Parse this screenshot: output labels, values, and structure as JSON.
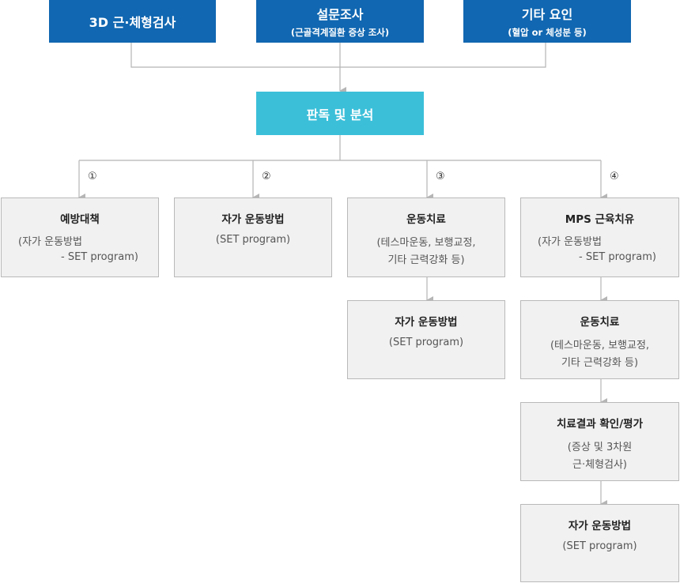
{
  "top_boxes": [
    {
      "title": "3D 근·체형검사",
      "subtitle": ""
    },
    {
      "title": "설문조사",
      "subtitle": "(근골격계질환 증상 조사)"
    },
    {
      "title": "기타 요인",
      "subtitle": "(혈압 or 체성분 등)"
    }
  ],
  "center": {
    "label": "판독 및 분석"
  },
  "branch_numbers": [
    "①",
    "②",
    "③",
    "④"
  ],
  "boxes": {
    "b1": {
      "title": "예방대책",
      "line1": "(자가 운동방법",
      "line2": "- SET program)"
    },
    "b2": {
      "title": "자가 운동방법",
      "line1": "(SET program)"
    },
    "b3": {
      "title": "운동치료",
      "line1": "(테스마운동, 보행교정,",
      "line2": "기타 근력강화 등)"
    },
    "b3a": {
      "title": "자가 운동방법",
      "line1": "(SET program)"
    },
    "b4": {
      "title": "MPS 근육치유",
      "line1": "(자가 운동방법",
      "line2": "- SET program)"
    },
    "b4a": {
      "title": "운동치료",
      "line1": "(테스마운동, 보행교정,",
      "line2": "기타 근력강화 등)"
    },
    "b4b": {
      "title": "치료결과 확인/평가",
      "line1": "(증상 및 3차원",
      "line2": "근·체형검사)"
    },
    "b4c": {
      "title": "자가 운동방법",
      "line1": "(SET program)"
    }
  },
  "colors": {
    "top": "#1167b1",
    "center": "#3bbfd9",
    "box_fill": "#f1f1f1",
    "box_border": "#b9b9b9",
    "connector": "#b5b5b5"
  }
}
